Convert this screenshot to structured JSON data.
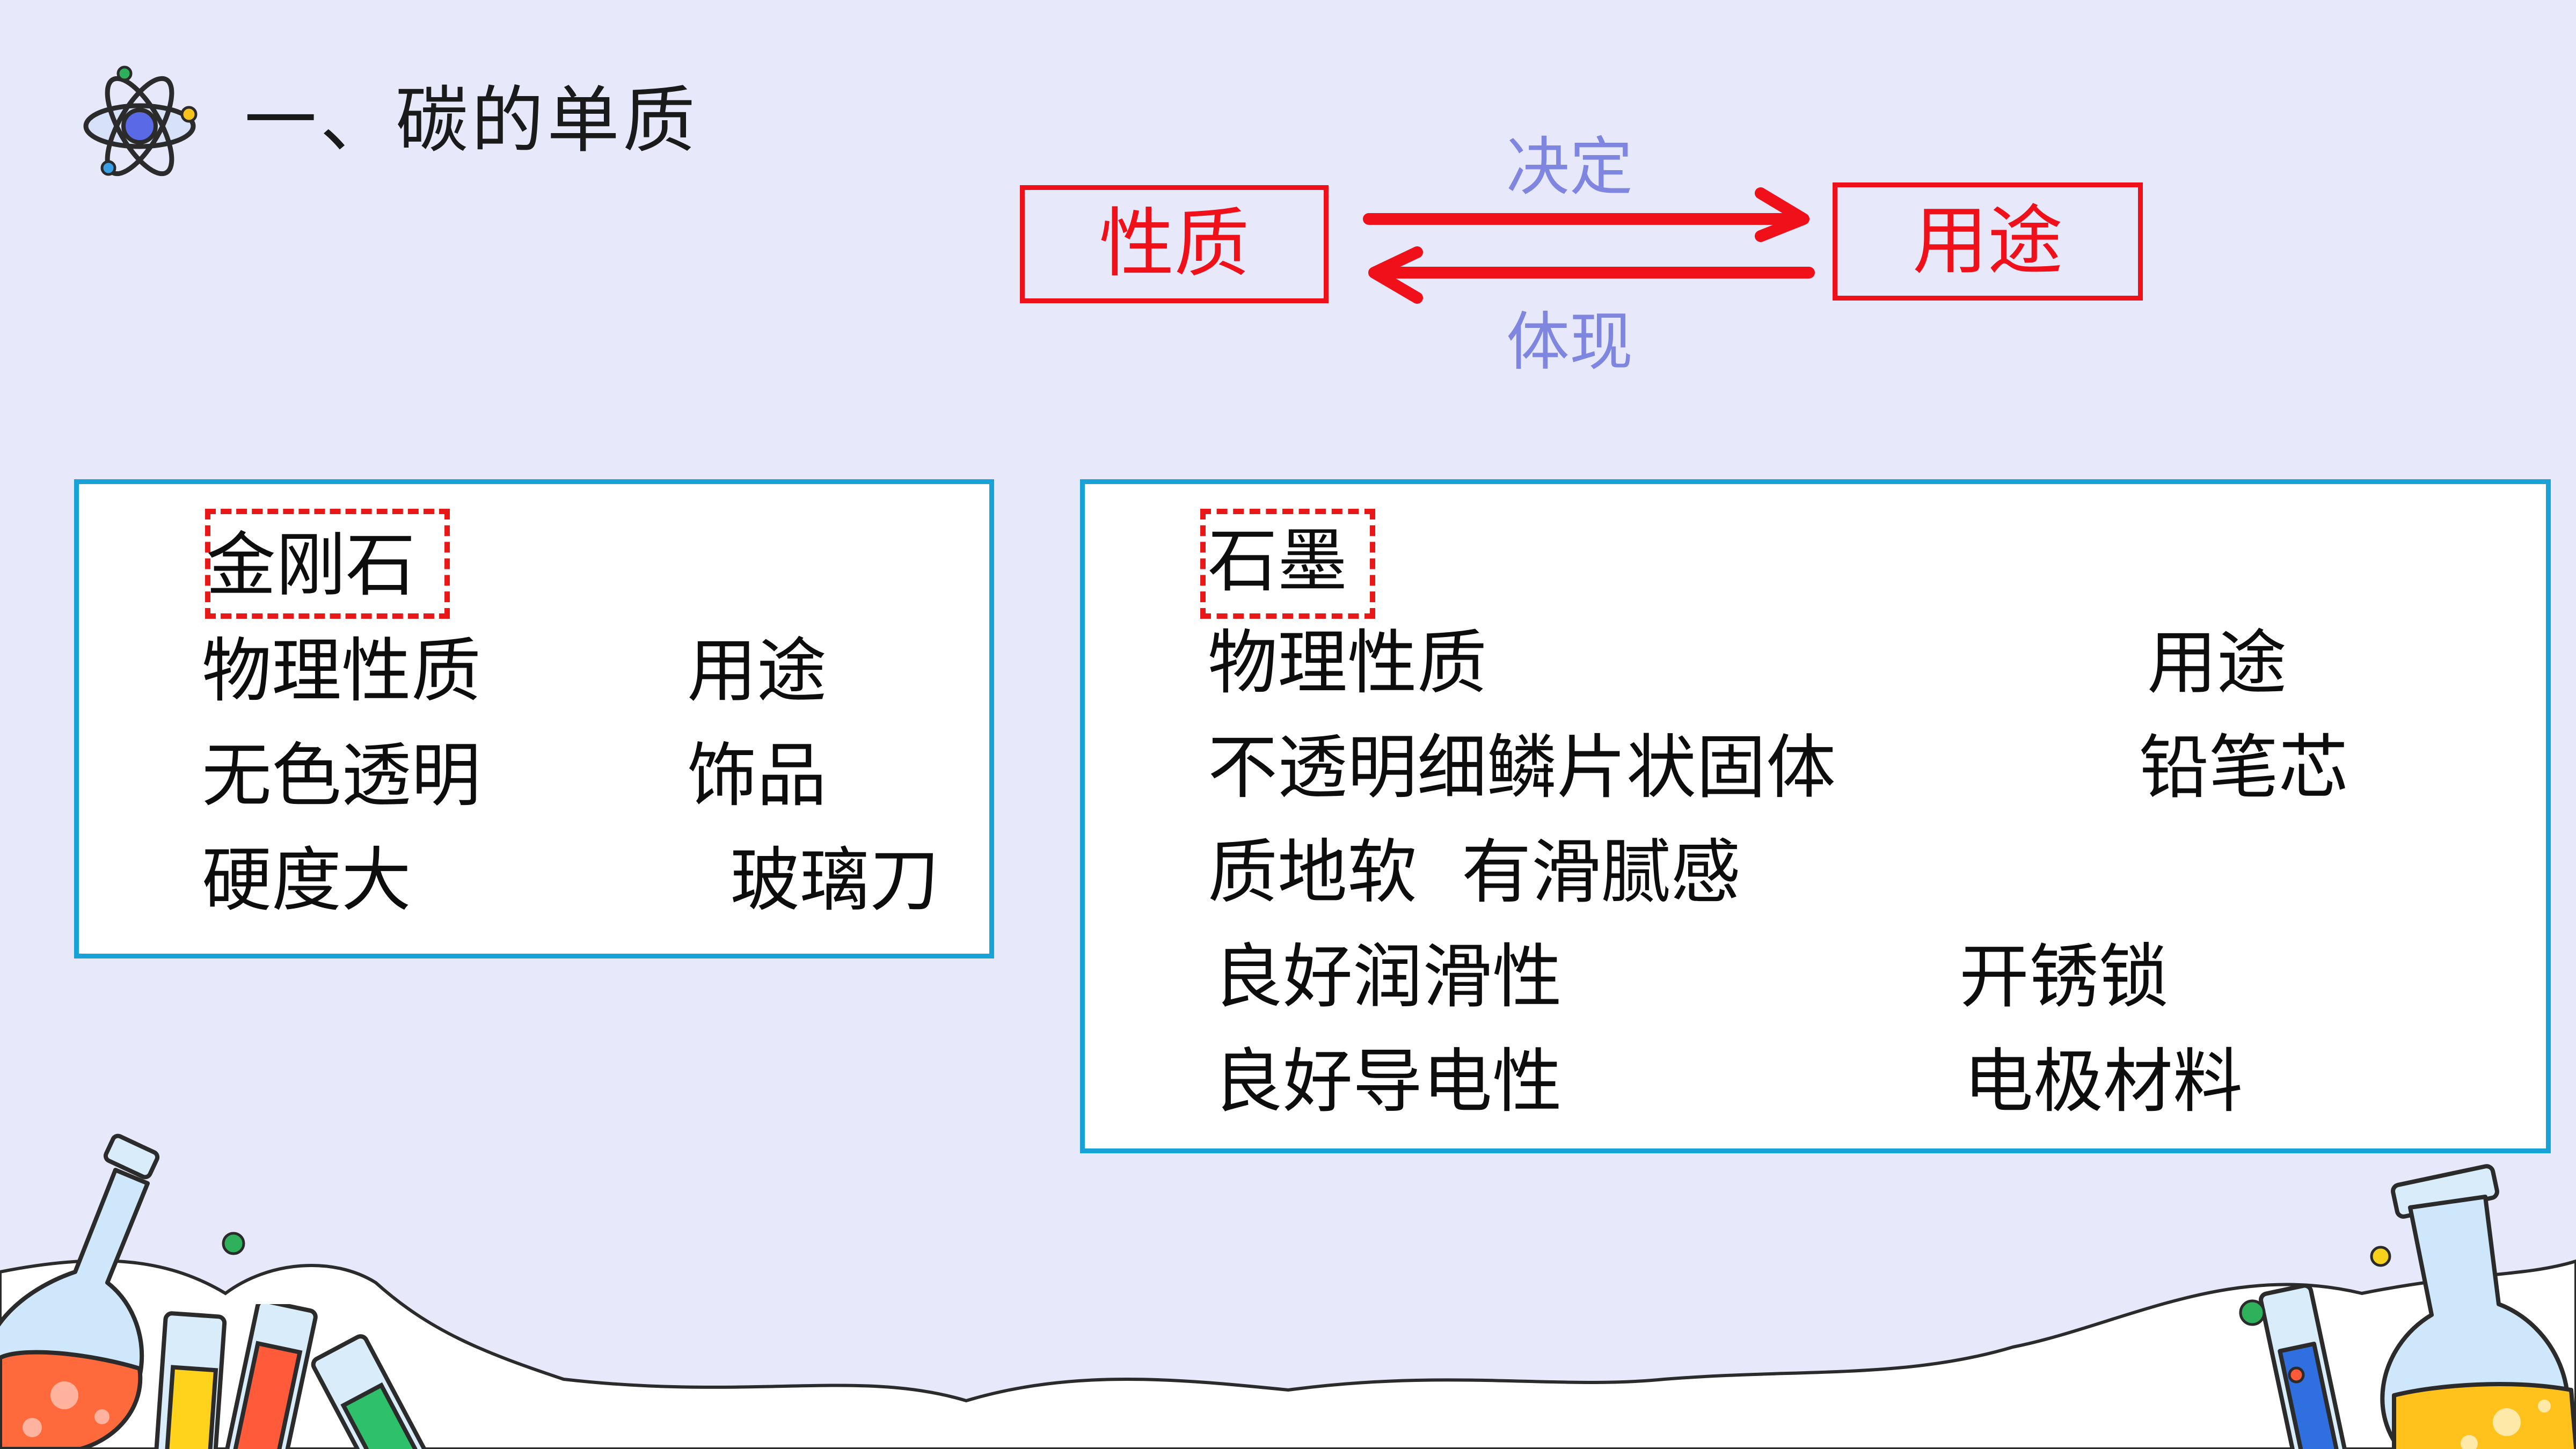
{
  "title": "一、碳的单质",
  "relation": {
    "left_box": "性质",
    "right_box": "用途",
    "top_label": "决定",
    "bottom_label": "体现"
  },
  "diamond": {
    "name": "金刚石",
    "header_property": "物理性质",
    "header_use": "用途",
    "rows": [
      {
        "property": "无色透明",
        "use": "饰品"
      },
      {
        "property": "硬度大",
        "use": "玻璃刀"
      }
    ]
  },
  "graphite": {
    "name": "石墨",
    "header_property": "物理性质",
    "header_use": "用途",
    "rows": [
      {
        "property": "不透明细鳞片状固体",
        "use": "铅笔芯"
      },
      {
        "property": "质地软  有滑腻感",
        "use": ""
      },
      {
        "property": "良好润滑性",
        "use": "开锈锁"
      },
      {
        "property": "良好导电性",
        "use": "电极材料"
      }
    ]
  },
  "colors": {
    "background": "#e8e8fb",
    "accent_red": "#f0101a",
    "panel_border": "#18a2d8",
    "label_blue": "#7f86e0"
  },
  "icons": [
    "atom-icon",
    "flask-icon",
    "test-tube-icon",
    "snow-hill-decoration"
  ]
}
